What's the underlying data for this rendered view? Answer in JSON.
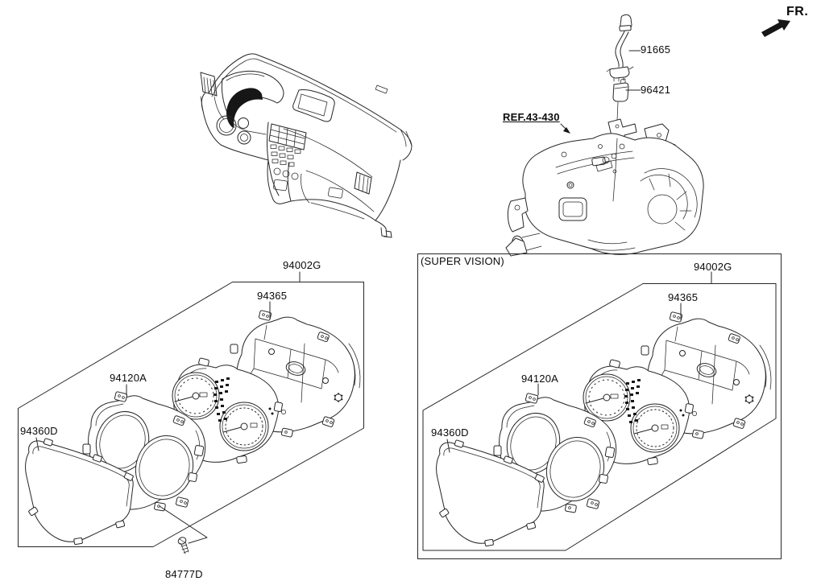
{
  "fr_indicator": {
    "label": "FR."
  },
  "sensor_assembly": {
    "cable_label": "91665",
    "sensor_label": "96421",
    "transaxle_ref_label": "REF.43-430"
  },
  "standard_cluster": {
    "labels": {
      "assembly": "94002G",
      "rear_case": "94365",
      "bezel": "94120A",
      "lens": "94360D",
      "screw": "84777D"
    }
  },
  "supervision_cluster": {
    "caption": "(SUPER VISION)",
    "labels": {
      "assembly": "94002G",
      "rear_case": "94365",
      "bezel": "94120A",
      "lens": "94360D"
    }
  },
  "colors": {
    "line": "#262626",
    "background": "#ffffff",
    "text": "#0a0a0a"
  }
}
